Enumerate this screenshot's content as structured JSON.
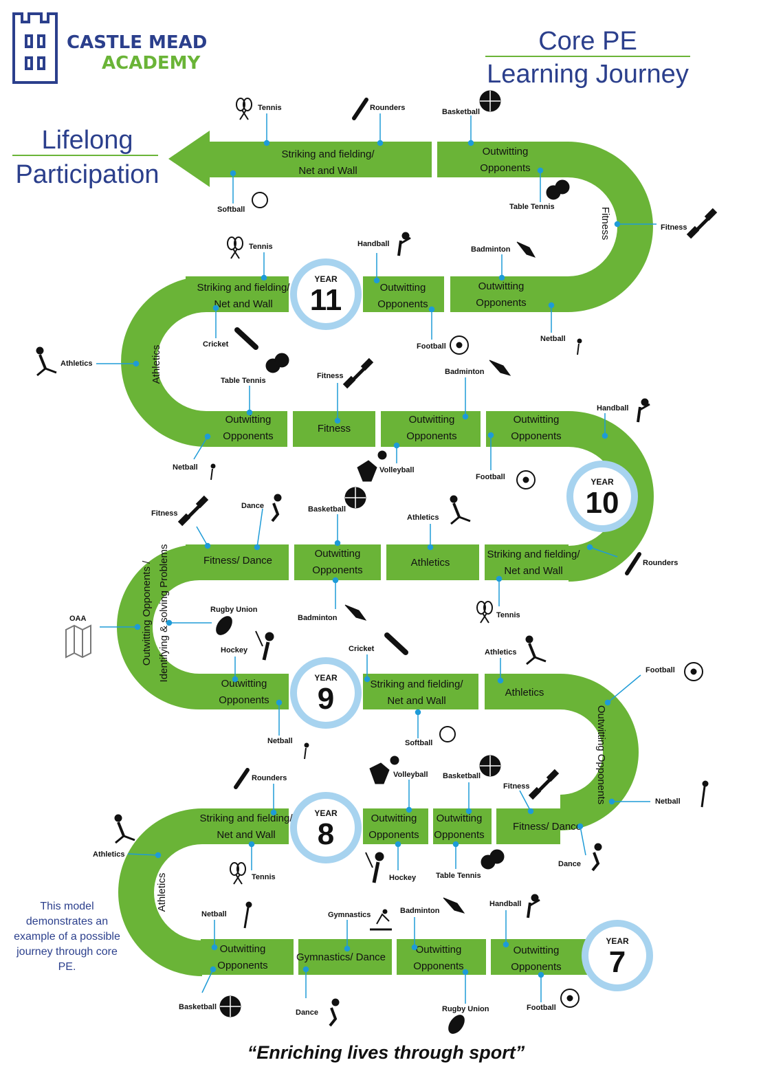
{
  "school": {
    "name_line1": "CASTLE MEAD",
    "name_line2": "ACADEMY"
  },
  "title": {
    "line1": "Core PE",
    "line2": "Learning Journey"
  },
  "destination": {
    "line1": "Lifelong",
    "line2": "Participation"
  },
  "note": "This model demonstrates an example of a possible journey through core PE.",
  "tagline": "“Enriching lives through sport”",
  "colors": {
    "track": "#6ab437",
    "accent_blue": "#2b3f8c",
    "accent_green": "#6ab437",
    "year_ring": "#a7d3ef",
    "leader": "#1e9bd7"
  },
  "years": [
    {
      "small": "YEAR",
      "num": "7"
    },
    {
      "small": "YEAR",
      "num": "8"
    },
    {
      "small": "YEAR",
      "num": "9"
    },
    {
      "small": "YEAR",
      "num": "10"
    },
    {
      "small": "YEAR",
      "num": "11"
    }
  ],
  "segments": {
    "y7": [
      {
        "l1": "Outwitting",
        "l2": "Opponents"
      },
      {
        "l1": "Outwitting",
        "l2": "Opponents"
      },
      {
        "l1": "Gymnastics/ Dance",
        "l2": ""
      },
      {
        "l1": "Outwitting",
        "l2": "Opponents"
      }
    ],
    "y7_curve": "Athletics",
    "y8": [
      {
        "l1": "Striking and fielding/",
        "l2": "Net and Wall"
      },
      {
        "l1": "Outwitting",
        "l2": "Opponents"
      },
      {
        "l1": "Outwitting",
        "l2": "Opponents"
      },
      {
        "l1": "Fitness/ Dance",
        "l2": ""
      }
    ],
    "y8_curve": "Outwitting Opponents",
    "y9": [
      {
        "l1": "Athletics",
        "l2": ""
      },
      {
        "l1": "Striking and fielding/",
        "l2": "Net and Wall"
      },
      {
        "l1": "Outwitting",
        "l2": "Opponents"
      }
    ],
    "y9_curve_l1": "Outwitting Opponents /",
    "y9_curve_l2": "Identifying & solving Problems",
    "y10": [
      {
        "l1": "Fitness/ Dance",
        "l2": ""
      },
      {
        "l1": "Outwitting",
        "l2": "Opponents"
      },
      {
        "l1": "Athletics",
        "l2": ""
      },
      {
        "l1": "Striking and fielding/",
        "l2": "Net and Wall"
      }
    ],
    "y10_upper": [
      {
        "l1": "Outwitting",
        "l2": "Opponents"
      },
      {
        "l1": "Outwitting",
        "l2": "Opponents"
      },
      {
        "l1": "Fitness",
        "l2": ""
      },
      {
        "l1": "Outwitting",
        "l2": "Opponents"
      }
    ],
    "y10_curve": "Athletics",
    "y11": [
      {
        "l1": "Striking and fielding/",
        "l2": "Net and Wall"
      },
      {
        "l1": "Outwitting",
        "l2": "Opponents"
      },
      {
        "l1": "Outwitting",
        "l2": "Opponents"
      }
    ],
    "y11_curve": "Fitness",
    "top": [
      {
        "l1": "Outwitting",
        "l2": "Opponents"
      },
      {
        "l1": "Striking and fielding/",
        "l2": "Net and Wall"
      }
    ]
  },
  "sports": {
    "tennis": "Tennis",
    "rounders": "Rounders",
    "basketball": "Basketball",
    "softball": "Softball",
    "table_tennis": "Table Tennis",
    "fitness": "Fitness",
    "handball": "Handball",
    "badminton": "Badminton",
    "cricket": "Cricket",
    "football": "Football",
    "netball": "Netball",
    "athletics": "Athletics",
    "volleyball": "Volleyball",
    "dance": "Dance",
    "rugby_union": "Rugby Union",
    "oaa": "OAA",
    "hockey": "Hockey",
    "gymnastics": "Gymnastics"
  }
}
